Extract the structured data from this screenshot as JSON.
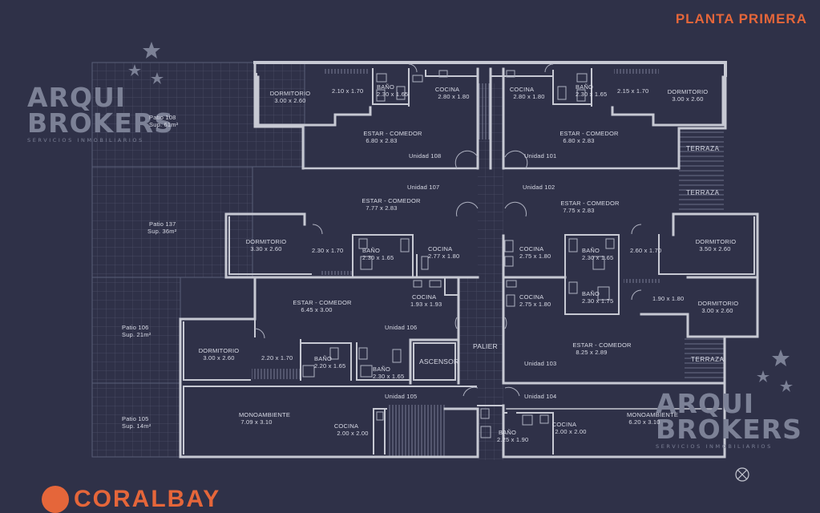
{
  "title": "PLANTA PRIMERA",
  "watermark": {
    "line1": "ARQUI",
    "line2": "BROKERS",
    "tagline": "SERVICIOS INMOBILIARIOS"
  },
  "brand": "CORALBAY",
  "patios": {
    "p108": {
      "name": "Patio 108",
      "area": "Sup. 61m²"
    },
    "p137": {
      "name": "Patio 137",
      "area": "Sup. 36m²"
    },
    "p106": {
      "name": "Patio 106",
      "area": "Sup. 21m²"
    },
    "p105": {
      "name": "Patio 105",
      "area": "Sup. 14m²"
    }
  },
  "terraces": [
    "TERRAZA",
    "TERRAZA",
    "TERRAZA"
  ],
  "core": {
    "palier": "PALIER",
    "ascensor": "ASCENSOR"
  },
  "units": {
    "u108": {
      "label": "Unidad 108",
      "dorm": "DORMITORIO",
      "dorm_dim": "3.00 x 2.60",
      "hall_dim": "2.10 x 1.70",
      "bano": "BAÑO",
      "bano_dim": "2.30 x 1.65",
      "cocina": "COCINA",
      "cocina_dim": "2.80 x 1.80",
      "estar": "ESTAR - COMEDOR",
      "estar_dim": "6.80 x 2.83"
    },
    "u101": {
      "label": "Unidad 101",
      "dorm": "DORMITORIO",
      "dorm_dim": "3.00 x 2.60",
      "hall_dim": "2.15 x 1.70",
      "bano": "BAÑO",
      "bano_dim": "2.30 x 1.65",
      "cocina": "COCINA",
      "cocina_dim": "2.80 x 1.80",
      "estar": "ESTAR - COMEDOR",
      "estar_dim": "6.80 x 2.83"
    },
    "u107": {
      "label": "Unidad 107",
      "estar": "ESTAR - COMEDOR",
      "estar_dim": "7.77 x 2.83",
      "dorm": "DORMITORIO",
      "dorm_dim": "3.30 x 2.60",
      "hall_dim": "2.30 x 1.70",
      "bano": "BAÑO",
      "bano_dim": "2.30 x 1.65",
      "cocina": "COCINA",
      "cocina_dim": "2.77 x 1.80"
    },
    "u102": {
      "label": "Unidad 102",
      "estar": "ESTAR - COMEDOR",
      "estar_dim": "7.75 x 2.83",
      "cocina": "COCINA",
      "cocina_dim": "2.75 x 1.80",
      "bano": "BAÑO",
      "bano_dim": "2.30 x 1.65",
      "hall_dim": "2.60 x 1.70",
      "dorm": "DORMITORIO",
      "dorm_dim": "3.50 x 2.60"
    },
    "u106": {
      "label": "Unidad 106",
      "estar": "ESTAR - COMEDOR",
      "estar_dim": "6.45 x 3.00",
      "cocina": "COCINA",
      "cocina_dim": "1.93 x 1.93",
      "dorm": "DORMITORIO",
      "dorm_dim": "3.00 x 2.60",
      "hall_dim": "2.20 x 1.70",
      "bano": "BAÑO",
      "bano_dim": "2.20 x 1.65"
    },
    "u103": {
      "label": "Unidad 103",
      "cocina": "COCINA",
      "cocina_dim": "2.75 x 1.80",
      "bano": "BAÑO",
      "bano_dim": "2.30 x 1.75",
      "hall_dim": "1.90 x 1.80",
      "dorm": "DORMITORIO",
      "dorm_dim": "3.00 x 2.60",
      "estar": "ESTAR - COMEDOR",
      "estar_dim": "8.25 x 2.89"
    },
    "u105": {
      "label": "Unidad 105",
      "bano": "BAÑO",
      "bano_dim": "2.30 x 1.65",
      "mono": "MONOAMBIENTE",
      "mono_dim": "7.09 x 3.10",
      "cocina": "COCINA",
      "cocina_dim": "2.00 x 2.00"
    },
    "u104": {
      "label": "Unidad 104",
      "mono": "MONOAMBIENTE",
      "mono_dim": "6.20 x 3.10",
      "cocina": "COCINA",
      "cocina_dim": "2.00 x 2.00",
      "bano": "BAÑO",
      "bano_dim": "2.25 x 1.90"
    }
  },
  "colors": {
    "background": "#2f3148",
    "wall": "#c7c9d3",
    "accent": "#e5663a",
    "grid": "#5a5e78",
    "watermark": "#7c8196"
  }
}
